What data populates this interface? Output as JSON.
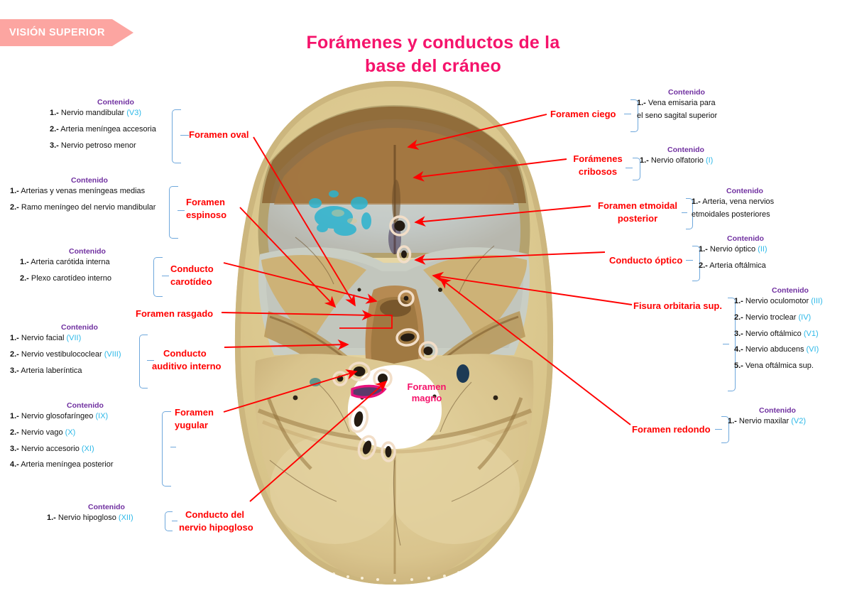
{
  "banner": {
    "label": "VISIÓN SUPERIOR"
  },
  "title": {
    "line1": "Forámenes y conductos de la",
    "line2": "base del cráneo"
  },
  "labels": {
    "contenido": "Contenido",
    "foramen_magno_1": "Foramen",
    "foramen_magno_2": "magno"
  },
  "colors": {
    "banner_bg": "#FCA5A1",
    "title": "#F5136B",
    "red_label": "#FF0000",
    "contenido": "#7030A0",
    "roman": "#2BB8E8",
    "bracket": "#6FA8DC",
    "leader": "#FF0000",
    "circle_outline": "#F2DEC8",
    "lacerum_outline": "#E8127E"
  },
  "groups": {
    "oval": {
      "name": "Foramen oval",
      "heading": "Contenido",
      "items": [
        {
          "n": "1.-",
          "text": " Nervio mandibular ",
          "rn": "(V3)"
        },
        {
          "n": "2.-",
          "text": " Arteria meníngea accesoria",
          "rn": ""
        },
        {
          "n": "3.-",
          "text": " Nervio petroso menor",
          "rn": ""
        }
      ]
    },
    "espinoso": {
      "name_l1": "Foramen",
      "name_l2": "espinoso",
      "heading": "Contenido",
      "items": [
        {
          "n": "1.-",
          "text": " Arterias y venas meníngeas medias",
          "rn": ""
        },
        {
          "n": "2.-",
          "text": " Ramo meníngeo del nervio mandibular",
          "rn": ""
        }
      ]
    },
    "carotideo": {
      "name_l1": "Conducto",
      "name_l2": "carotídeo",
      "heading": "Contenido",
      "items": [
        {
          "n": "1.-",
          "text": " Arteria carótida interna",
          "rn": ""
        },
        {
          "n": "2.-",
          "text": " Plexo carotídeo interno",
          "rn": ""
        }
      ]
    },
    "rasgado": {
      "name": "Foramen rasgado"
    },
    "auditivo": {
      "name_l1": "Conducto",
      "name_l2": "auditivo interno",
      "heading": "Contenido",
      "items": [
        {
          "n": "1.-",
          "text": " Nervio facial ",
          "rn": "(VII)"
        },
        {
          "n": "2.-",
          "text": " Nervio vestibulococlear ",
          "rn": "(VIII)"
        },
        {
          "n": "3.-",
          "text": " Arteria laberíntica",
          "rn": ""
        }
      ]
    },
    "yugular": {
      "name_l1": "Foramen",
      "name_l2": "yugular",
      "heading": "Contenido",
      "items": [
        {
          "n": "1.-",
          "text": " Nervio glosofaríngeo ",
          "rn": "(IX)"
        },
        {
          "n": "2.-",
          "text": " Nervio vago ",
          "rn": "(X)"
        },
        {
          "n": "3.-",
          "text": " Nervio accesorio ",
          "rn": "(XI)"
        },
        {
          "n": "4.-",
          "text": " Arteria meníngea posterior",
          "rn": ""
        }
      ]
    },
    "hipogloso": {
      "name_l1": "Conducto del",
      "name_l2": "nervio hipogloso",
      "heading": "Contenido",
      "items": [
        {
          "n": "1.-",
          "text": " Nervio hipogloso ",
          "rn": "(XII)"
        }
      ]
    },
    "ciego": {
      "name": "Foramen ciego",
      "heading": "Contenido",
      "items": [
        {
          "n": "1.-",
          "text": " Vena emisaria para",
          "rn": ""
        },
        {
          "n": "",
          "text": "el seno sagital superior",
          "rn": ""
        }
      ]
    },
    "cribosos": {
      "name_l1": "Forámenes",
      "name_l2": "cribosos",
      "heading": "Contenido",
      "items": [
        {
          "n": "1.-",
          "text": " Nervio olfatorio ",
          "rn": "(I)"
        }
      ]
    },
    "etmoidal": {
      "name_l1": "Foramen etmoidal",
      "name_l2": "posterior",
      "heading": "Contenido",
      "items": [
        {
          "n": "1.-",
          "text": " Arteria, vena nervios",
          "rn": ""
        },
        {
          "n": "",
          "text": "etmoidales posteriores",
          "rn": ""
        }
      ]
    },
    "optico": {
      "name": "Conducto óptico",
      "heading": "Contenido",
      "items": [
        {
          "n": "1.-",
          "text": " Nervio óptico ",
          "rn": "(II)"
        },
        {
          "n": "2.-",
          "text": " Arteria oftálmica",
          "rn": ""
        }
      ]
    },
    "fisura": {
      "name": "Fisura orbitaria sup.",
      "heading": "Contenido",
      "items": [
        {
          "n": "1.-",
          "text": " Nervio oculomotor ",
          "rn": "(III)"
        },
        {
          "n": "2.-",
          "text": " Nervio troclear ",
          "rn": "(IV)"
        },
        {
          "n": "3.-",
          "text": " Nervio oftálmico ",
          "rn": "(V1)"
        },
        {
          "n": "4.-",
          "text": " Nervio abducens ",
          "rn": "(VI)"
        },
        {
          "n": "5.-",
          "text": " Vena oftálmica sup.",
          "rn": ""
        }
      ]
    },
    "redondo": {
      "name": "Foramen redondo",
      "heading": "Contenido",
      "items": [
        {
          "n": "1.-",
          "text": " Nervio maxilar ",
          "rn": "(V2)"
        }
      ]
    }
  }
}
